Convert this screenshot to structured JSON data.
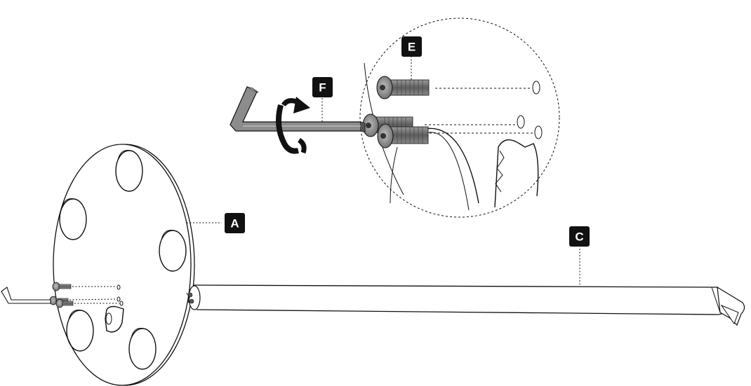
{
  "labels": {
    "a": "A",
    "c": "C",
    "e": "E",
    "f": "F"
  },
  "icons": {
    "rotate": "clockwise-rotate-arrow-icon",
    "hex_key": "allen-key-icon",
    "bolt": "bolt-icon"
  },
  "colors": {
    "line": "#111111",
    "label_bg": "#111111",
    "label_text": "#ffffff",
    "bolt_fill": "#7a7a7a",
    "bolt_dark": "#4a4a4a"
  }
}
